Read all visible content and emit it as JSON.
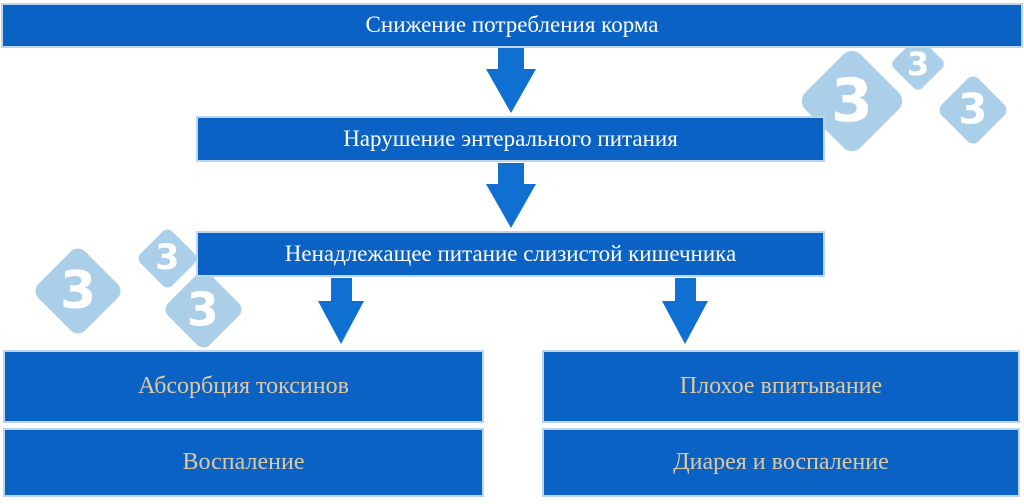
{
  "colors": {
    "box_blue": "#0b62c5",
    "arrow_blue": "#0f70d2",
    "watermark_light_blue": "#abcfe9",
    "white_text": "#ffffff",
    "cream_text": "#dcc9a4"
  },
  "flowchart": {
    "level1": {
      "label": "Снижение потребления корма"
    },
    "level2": {
      "label": "Нарушение энтерального питания"
    },
    "level3": {
      "label": "Ненадлежащее питание слизистой кишечника"
    },
    "level4": {
      "left_top": {
        "label": "Абсорбция токсинов"
      },
      "left_bottom": {
        "label": "Воспаление"
      },
      "right_top": {
        "label": "Плохое впитывание"
      },
      "right_bottom": {
        "label": "Диарея и воспаление"
      }
    }
  },
  "watermark": {
    "digit": "3"
  }
}
